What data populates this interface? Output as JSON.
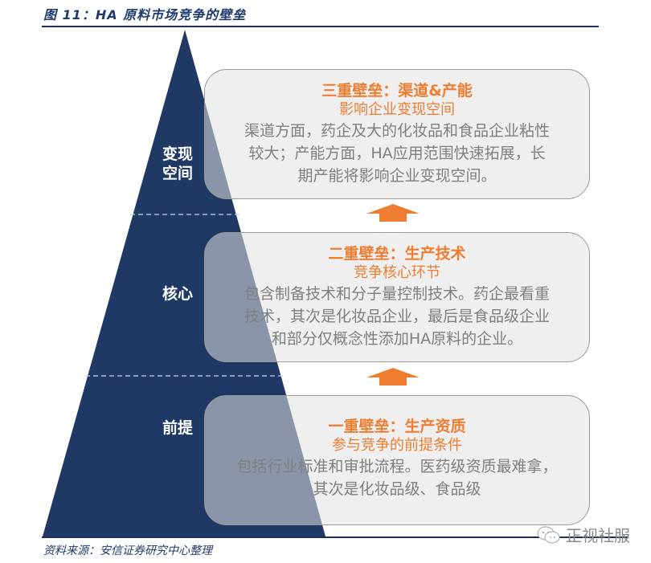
{
  "figure": {
    "title": "图 11：HA 原料市场竞争的壁垒",
    "source": "资料来源：安信证券研究中心整理"
  },
  "pyramid": {
    "color": "#203864",
    "levels": [
      {
        "label_line1": "变现",
        "label_line2": "空间"
      },
      {
        "label": "核心"
      },
      {
        "label": "前提"
      }
    ]
  },
  "cards": [
    {
      "heading": "三重壁垒：渠道&产能",
      "subheading": "影响企业变现空间",
      "body_lines": [
        "渠道方面，药企及大的化妆品和食品企业粘性",
        "较大；产能方面，HA应用范围快速拓展，长",
        "期产能将影响企业变现空间。"
      ]
    },
    {
      "heading": "二重壁垒：生产技术",
      "subheading": "竞争核心环节",
      "body_lines": [
        "包含制备技术和分子量控制技术。药企最看重",
        "技术，其次是化妆品企业，最后是食品级企业",
        "和部分仅概念性添加HA原料的企业。"
      ]
    },
    {
      "heading": "一重壁垒：生产资质",
      "subheading": "参与竞争的前提条件",
      "body_lines": [
        "包括行业标准和审批流程。医药级资质最难拿，",
        "其次是化妆品级、食品级"
      ]
    }
  ],
  "colors": {
    "accent_orange": "#ee7d31",
    "navy": "#203864",
    "body_gray": "#7f7f7f"
  },
  "watermark": {
    "text": "正视社服",
    "icon": "wechat-icon"
  }
}
